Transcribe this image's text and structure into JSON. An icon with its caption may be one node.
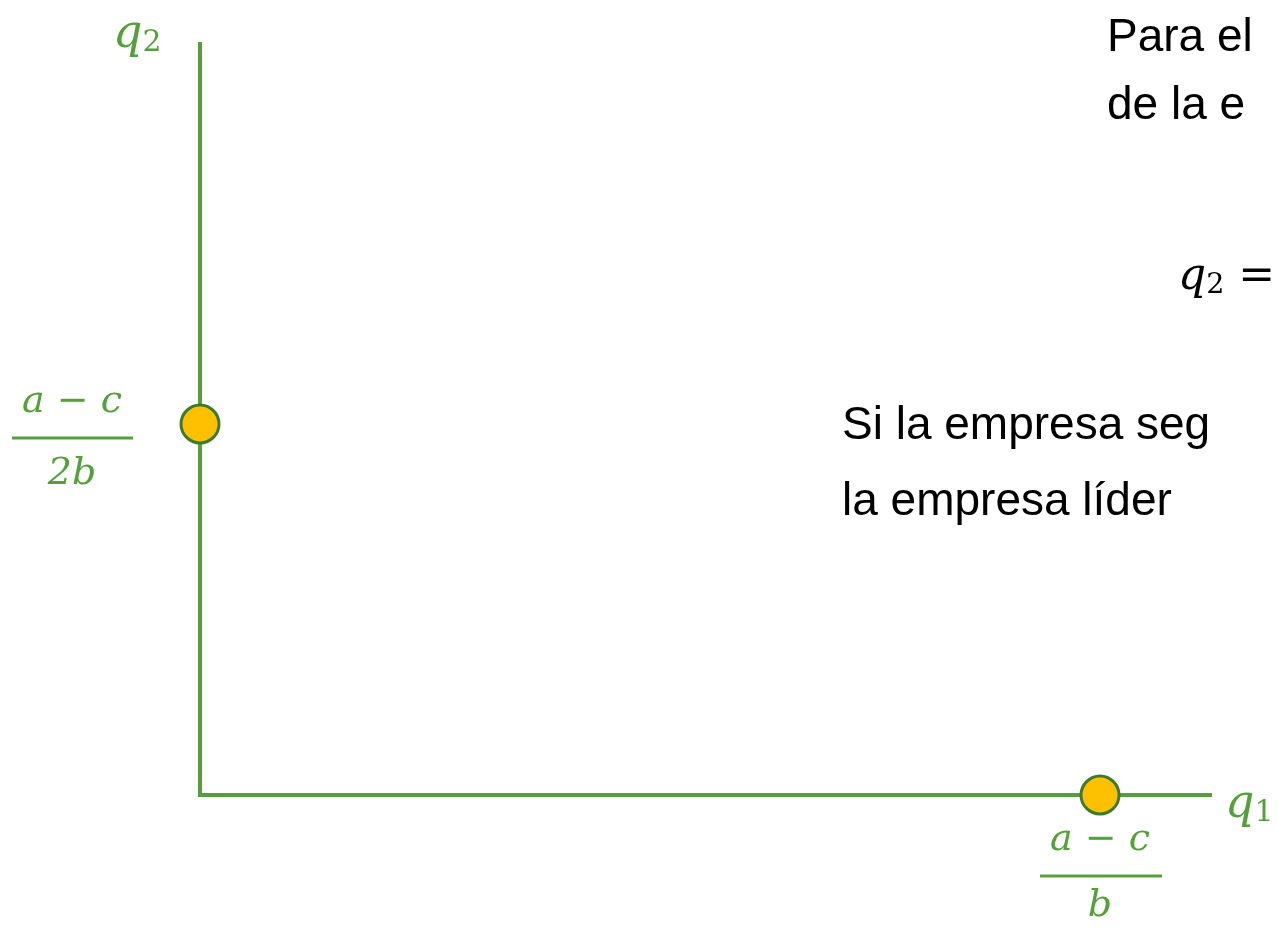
{
  "diagram": {
    "labels": [
      "q$_{2}$",
      "Para el",
      "de la e",
      "q$_{2}$ =",
      "a − c",
      "2b",
      "Si la empresa seg",
      "la empresa líder",
      "a − c",
      "b",
      "q$_{1}$"
    ]
  }
}
